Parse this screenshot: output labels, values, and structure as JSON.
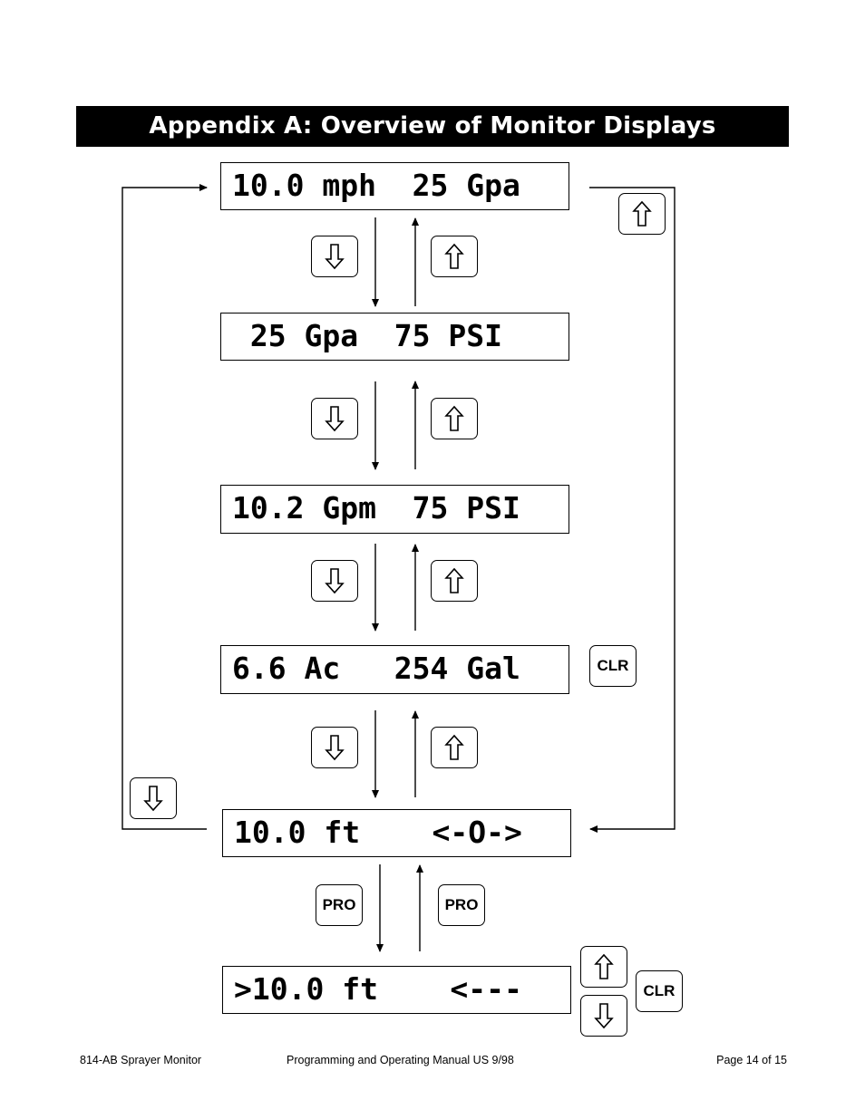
{
  "header": {
    "title": "Appendix A: Overview of Monitor Displays"
  },
  "displays": {
    "d1": "10.0 mph  25 Gpa",
    "d2": " 25 Gpa  75 PSI",
    "d3": "10.2 Gpm  75 PSI",
    "d4": "6.6 Ac   254 Gal",
    "d5": "10.0 ft    <-O->",
    "d6": ">10.0 ft    <---"
  },
  "keys": {
    "up": "up-arrow-key",
    "down": "down-arrow-key",
    "clr_label": "CLR",
    "pro_label": "PRO"
  },
  "footer": {
    "left": "814-AB Sprayer Monitor",
    "center": "Programming and Operating Manual US  9/98",
    "right": "Page 14 of 15"
  }
}
